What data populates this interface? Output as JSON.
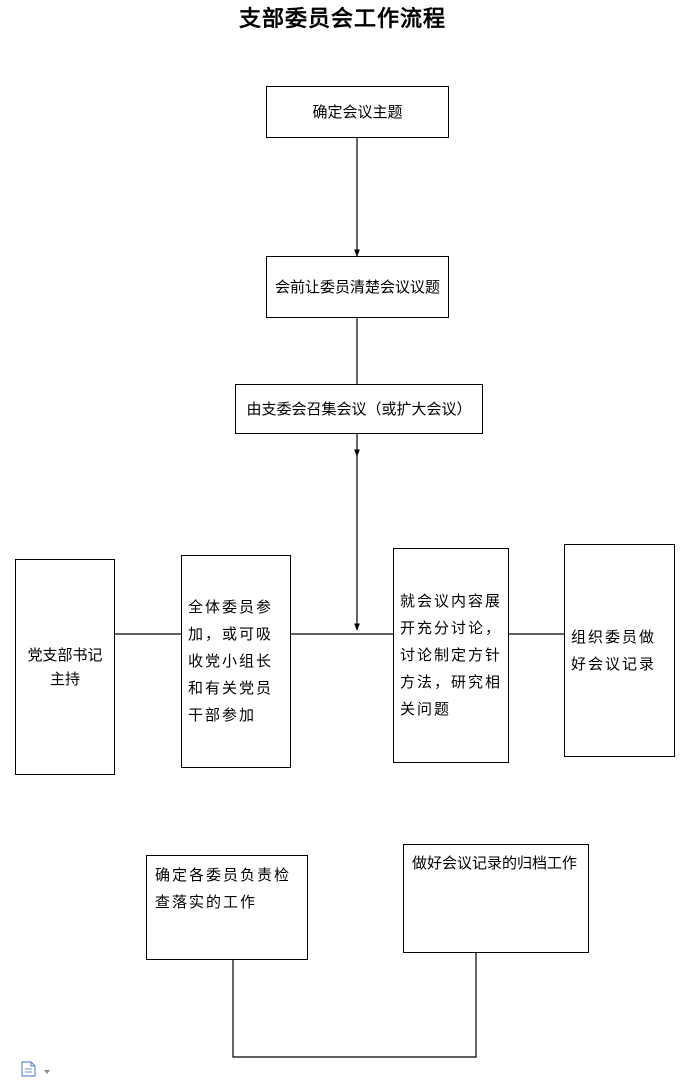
{
  "title": "支部委员会工作流程",
  "nodes": {
    "topic": "确定会议主题",
    "inform": "会前让委员清楚会议议题",
    "convene": "由支委会召集会议（或扩大会议）",
    "host": "党支部书记主持",
    "attend": "全体委员参加，或可吸收党小组长和有关党员干部参加",
    "discuss": "就会议内容展开充分讨论，讨论制定方针方法，研究相关问题",
    "record": "组织委员做好会议记录",
    "implement": "确定各委员负责检查落实的工作",
    "archive": "做好会议记录的归档工作"
  },
  "icons": {
    "document": "document-icon",
    "dropdown": "caret-down-icon"
  },
  "colors": {
    "line": "#000000",
    "icon": "#6b8fc7"
  }
}
